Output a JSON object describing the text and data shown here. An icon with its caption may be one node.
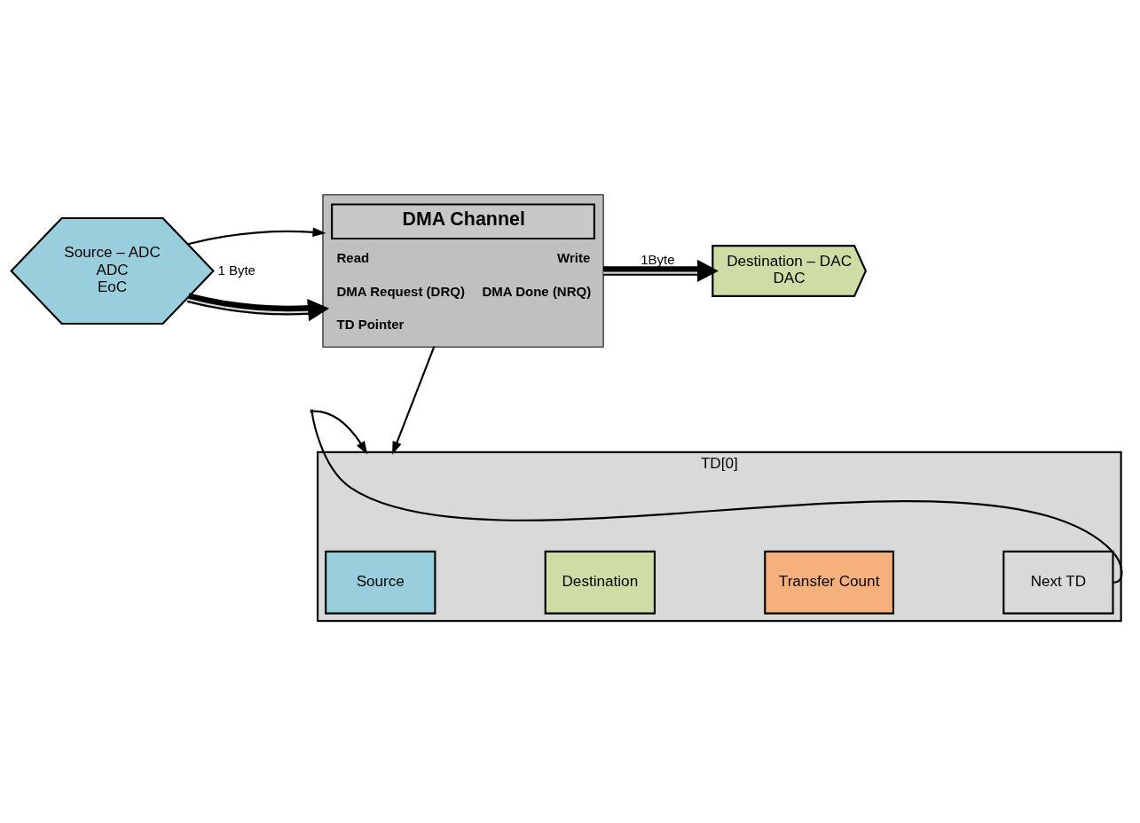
{
  "diagram": {
    "nodes": [
      {
        "text": [
          "Source – ADC",
          "ADC",
          "EoC"
        ]
      },
      {
        "text": [
          "DMA Channel",
          "Read",
          "Write",
          "DMA Request (DRQ)",
          "DMA Done (NRQ)",
          "TD Pointer"
        ]
      },
      {
        "text": [
          "Destination – DAC",
          "DAC"
        ]
      },
      {
        "text": [
          "TD[0]"
        ]
      },
      {
        "text": [
          "Source"
        ],
        "in": 3
      },
      {
        "text": [
          "Destination"
        ],
        "in": 3
      },
      {
        "text": [
          "Transfer Count"
        ],
        "in": 3
      },
      {
        "text": [
          "Next TD"
        ],
        "in": 3
      }
    ],
    "edges": [
      {
        "from": 0,
        "to": 1,
        "arrow": "to",
        "label": "1 Byte",
        "style": "thick"
      },
      {
        "from": 1,
        "to": 2,
        "arrow": "to",
        "label": "1Byte",
        "style": "thick"
      },
      {
        "from": 0,
        "to": 1,
        "arrow": "to"
      },
      {
        "from": 1,
        "to": 3,
        "arrow": "to"
      },
      {
        "from": 7,
        "to": 3,
        "arrow": "to"
      }
    ]
  }
}
